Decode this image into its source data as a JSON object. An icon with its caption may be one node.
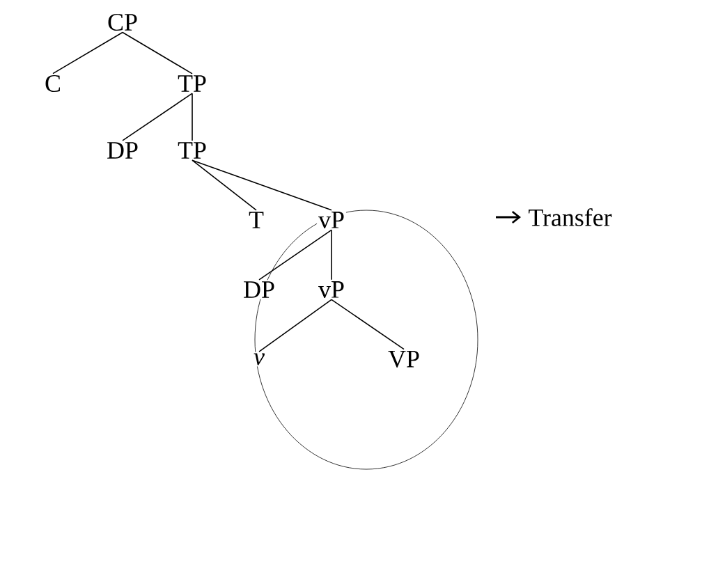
{
  "diagram": {
    "nodes": [
      {
        "text": [
          "CP"
        ]
      },
      {
        "text": [
          "C"
        ]
      },
      {
        "text": [
          "TP"
        ]
      },
      {
        "text": [
          "DP"
        ]
      },
      {
        "text": [
          "TP"
        ]
      },
      {
        "text": [
          "T"
        ]
      },
      {
        "text": [],
        "shape": "circle"
      },
      {
        "text": [
          "vP"
        ],
        "in": 6
      },
      {
        "text": [
          "DP"
        ],
        "in": 6
      },
      {
        "text": [
          "vP"
        ],
        "in": 6
      },
      {
        "text": [
          "v"
        ],
        "in": 6
      },
      {
        "text": [
          "VP"
        ],
        "in": 6
      },
      {
        "text": [
          "Transfer"
        ]
      }
    ],
    "edges": [
      {
        "from": 0,
        "to": 1,
        "arrow": "none"
      },
      {
        "from": 0,
        "to": 2,
        "arrow": "none"
      },
      {
        "from": 2,
        "to": 3,
        "arrow": "none"
      },
      {
        "from": 2,
        "to": 4,
        "arrow": "none"
      },
      {
        "from": 4,
        "to": 5,
        "arrow": "none"
      },
      {
        "from": 4,
        "to": 7,
        "arrow": "none"
      },
      {
        "from": 7,
        "to": 8,
        "arrow": "none"
      },
      {
        "from": 7,
        "to": 9,
        "arrow": "none"
      },
      {
        "from": 9,
        "to": 10,
        "arrow": "none"
      },
      {
        "from": 9,
        "to": 11,
        "arrow": "none"
      },
      {
        "from": null,
        "to": 12,
        "arrow": "to"
      }
    ]
  }
}
